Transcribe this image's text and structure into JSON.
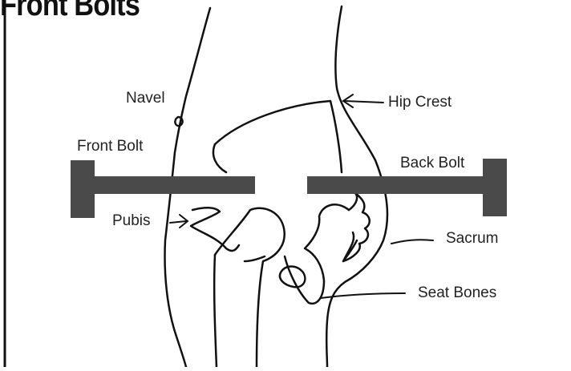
{
  "title": "Front Bolts",
  "labels": {
    "navel": "Navel",
    "front_bolt": "Front Bolt",
    "pubis": "Pubis",
    "hip_crest": "Hip Crest",
    "back_bolt": "Back Bolt",
    "sacrum": "Sacrum",
    "seat_bones": "Seat Bones"
  },
  "colors": {
    "line": "#111111",
    "bolt": "#4a4a4a",
    "background": "#ffffff"
  }
}
